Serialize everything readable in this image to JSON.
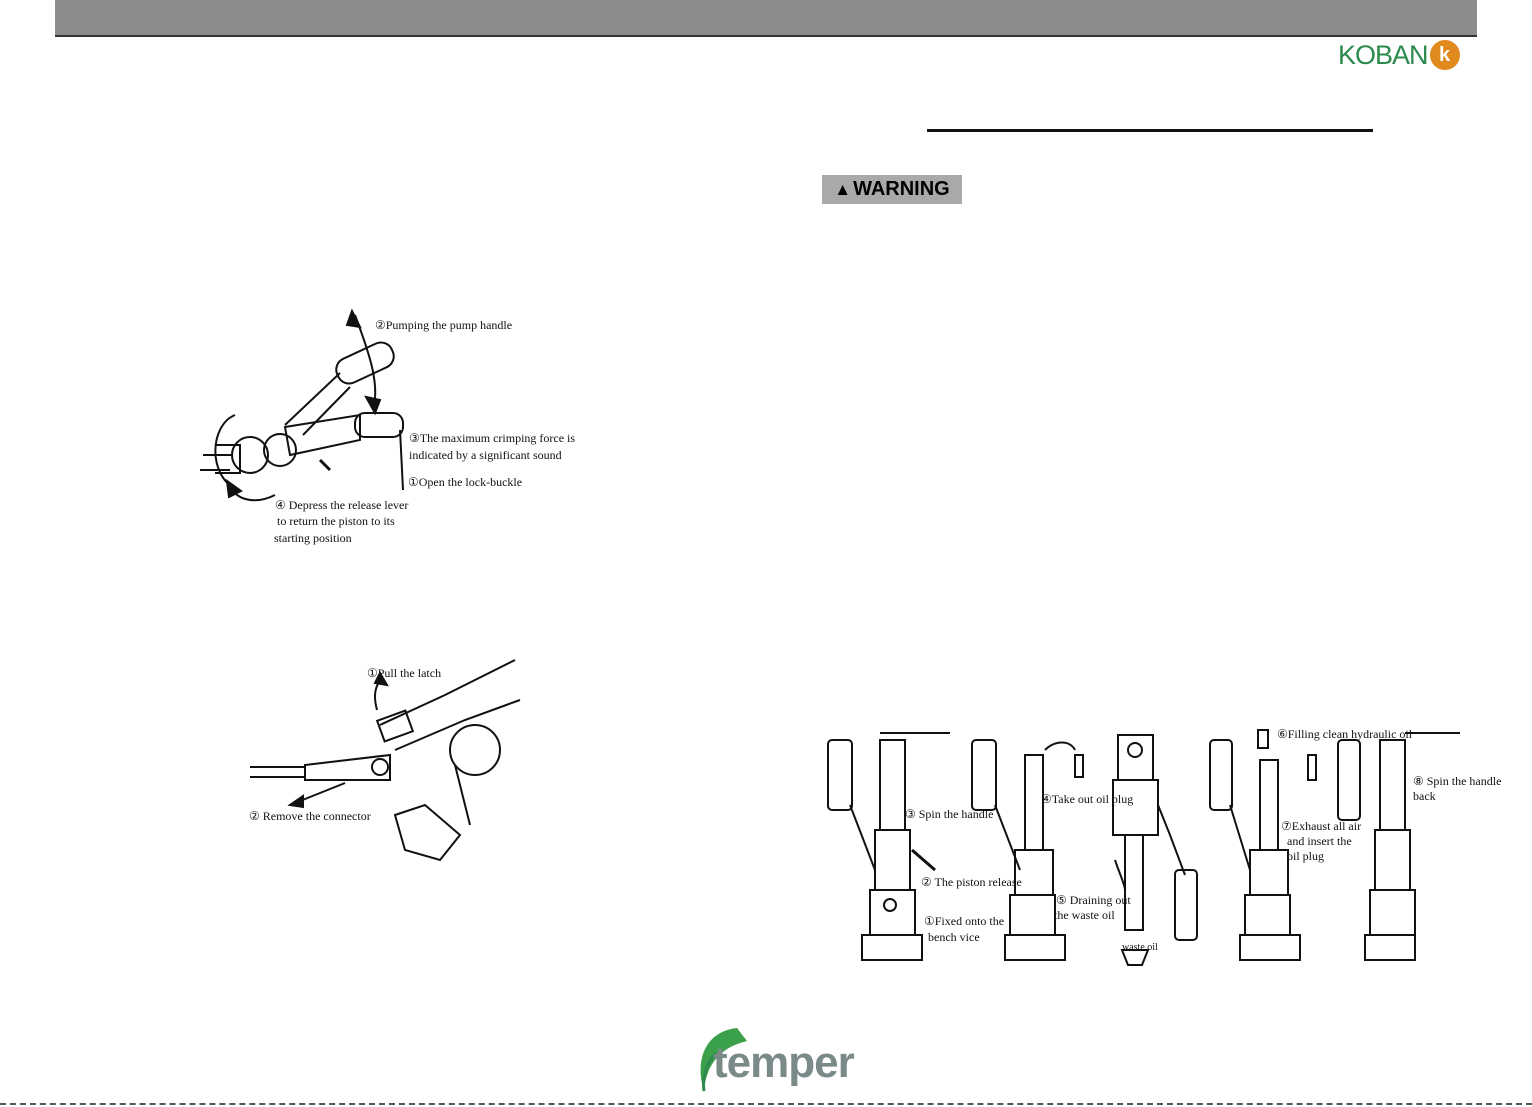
{
  "header": {
    "brand": "KOBAN",
    "brand_mark": "k"
  },
  "warning": {
    "label": "WARNING",
    "icon": "warning-triangle-icon"
  },
  "figure_pump": {
    "labels": [
      "②Pumping the pump handle",
      "③The maximum crimping force is",
      "indicated by a significant sound",
      "①Open the lock-buckle",
      "④ Depress the release lever",
      "to return the piston to its",
      "starting position"
    ]
  },
  "figure_latch": {
    "labels": [
      "①Pull the latch",
      "② Remove the connector"
    ]
  },
  "figure_oil": {
    "labels": [
      "③ Spin the handle",
      "② The piston release",
      "①Fixed onto the",
      "bench vice",
      "④Take out oil plug",
      "⑤ Draining out",
      "the waste oil",
      "waste oil",
      "⑥Filling clean hydraulic oil",
      "⑦Exhaust all air",
      "and insert the",
      "oil plug",
      "⑧ Spin the handle",
      "back"
    ]
  },
  "footer": {
    "brand": "temper"
  },
  "colors": {
    "koban_green": "#2c8a4e",
    "koban_orange": "#e08a1e",
    "header_gray": "#8c8c8c",
    "temper_green": "#3aa04a"
  }
}
